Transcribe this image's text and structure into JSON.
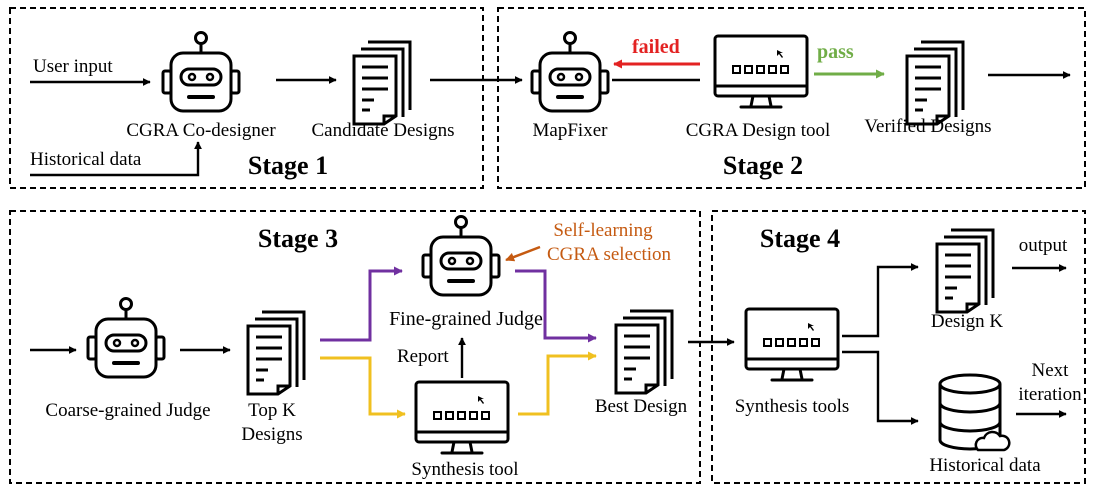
{
  "stages": {
    "s1": "Stage 1",
    "s2": "Stage 2",
    "s3": "Stage 3",
    "s4": "Stage 4"
  },
  "labels": {
    "user_input": "User input",
    "historical_data_in": "Historical data",
    "cgra_codesigner": "CGRA Co-designer",
    "candidate_designs": "Candidate Designs",
    "mapfixer": "MapFixer",
    "failed": "failed",
    "pass": "pass",
    "cgra_design_tool": "CGRA Design tool",
    "verified_designs": "Verified Designs",
    "self_learning_1": "Self-learning",
    "self_learning_2": "CGRA selection",
    "fine_grained_judge": "Fine-grained Judge",
    "report": "Report",
    "coarse_grained_judge": "Coarse-grained Judge",
    "top_k_1": "Top K",
    "top_k_2": "Designs",
    "synthesis_tool": "Synthesis tool",
    "best_design": "Best Design",
    "synthesis_tools": "Synthesis tools",
    "design_k": "Design K",
    "output": "output",
    "next_1": "Next",
    "next_2": "iteration",
    "historical_data_out": "Historical data"
  },
  "colors": {
    "failed": "#e32222",
    "pass": "#70ad47",
    "purple": "#7030a0",
    "gold": "#f0c020",
    "self_learning": "#c55a11"
  },
  "icons": [
    "robot-icon",
    "document-stack-icon",
    "monitor-icon",
    "database-icon"
  ]
}
